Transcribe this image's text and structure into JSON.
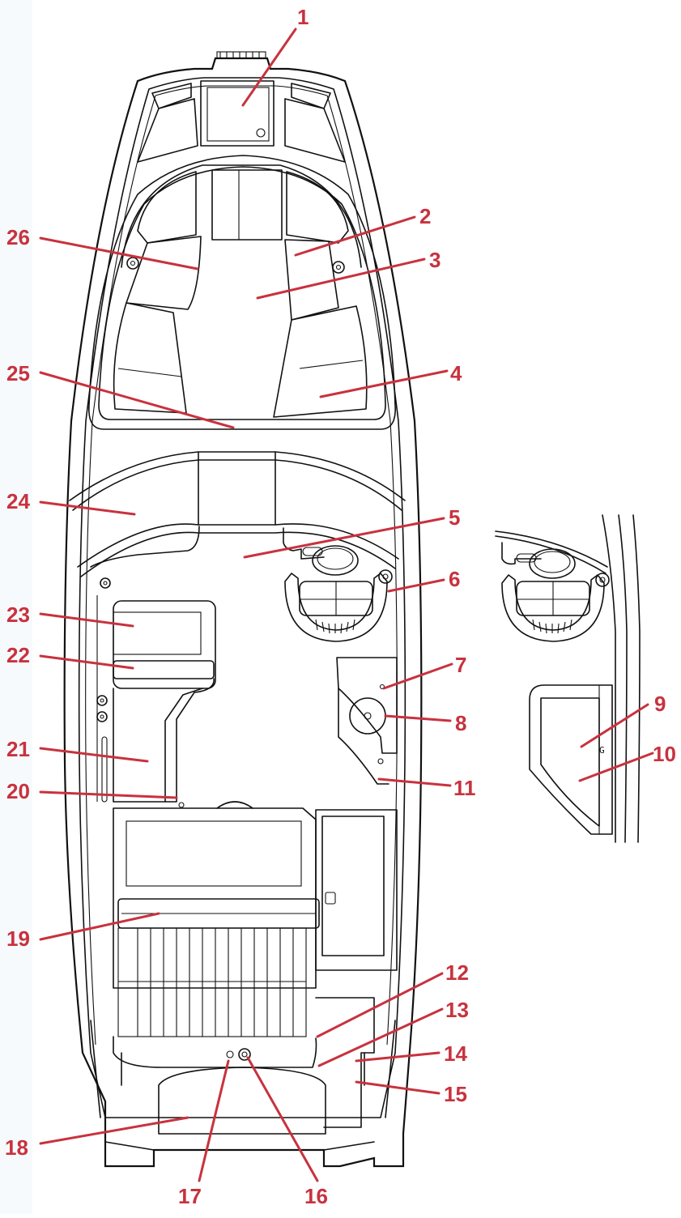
{
  "diagram": {
    "accent_color": "#c8323e",
    "line_color": "#111111",
    "callouts": [
      "1",
      "2",
      "3",
      "4",
      "5",
      "6",
      "7",
      "8",
      "9",
      "10",
      "11",
      "12",
      "13",
      "14",
      "15",
      "16",
      "17",
      "18",
      "19",
      "20",
      "21",
      "22",
      "23",
      "24",
      "25",
      "26"
    ],
    "detail_marking": "G"
  }
}
